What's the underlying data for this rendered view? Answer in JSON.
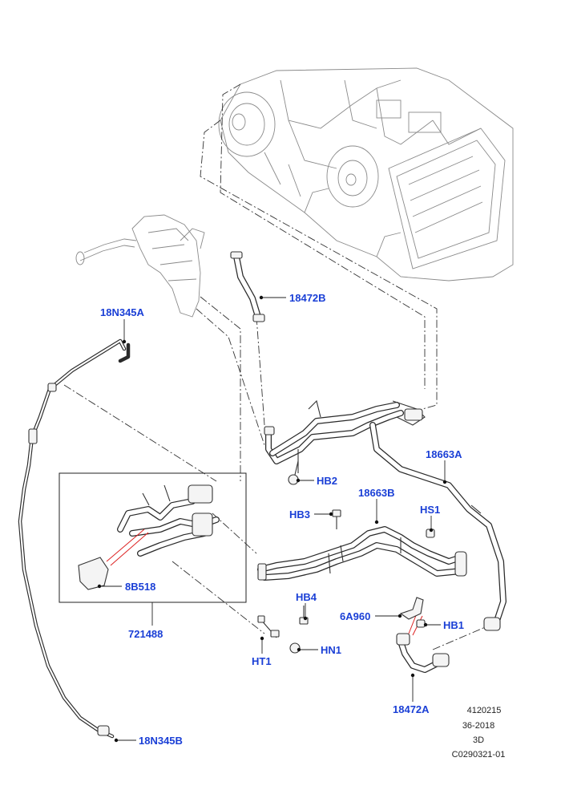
{
  "labels": {
    "hb2": "HB2",
    "p18472b": "18472B",
    "p18n345a": "18N345A",
    "p18663a": "18663A",
    "p18663b": "18663B",
    "hb3": "HB3",
    "hs1": "HS1",
    "p8b518": "8B518",
    "p721488": "721488",
    "hb4": "HB4",
    "p6a960": "6A960",
    "hb1": "HB1",
    "ht1": "HT1",
    "hn1": "HN1",
    "p18472a": "18472A",
    "p18n345b": "18N345B"
  },
  "meta": {
    "line1": "4120215",
    "line2": "36-2018",
    "line3": "3D",
    "line4": "C0290321-01"
  }
}
